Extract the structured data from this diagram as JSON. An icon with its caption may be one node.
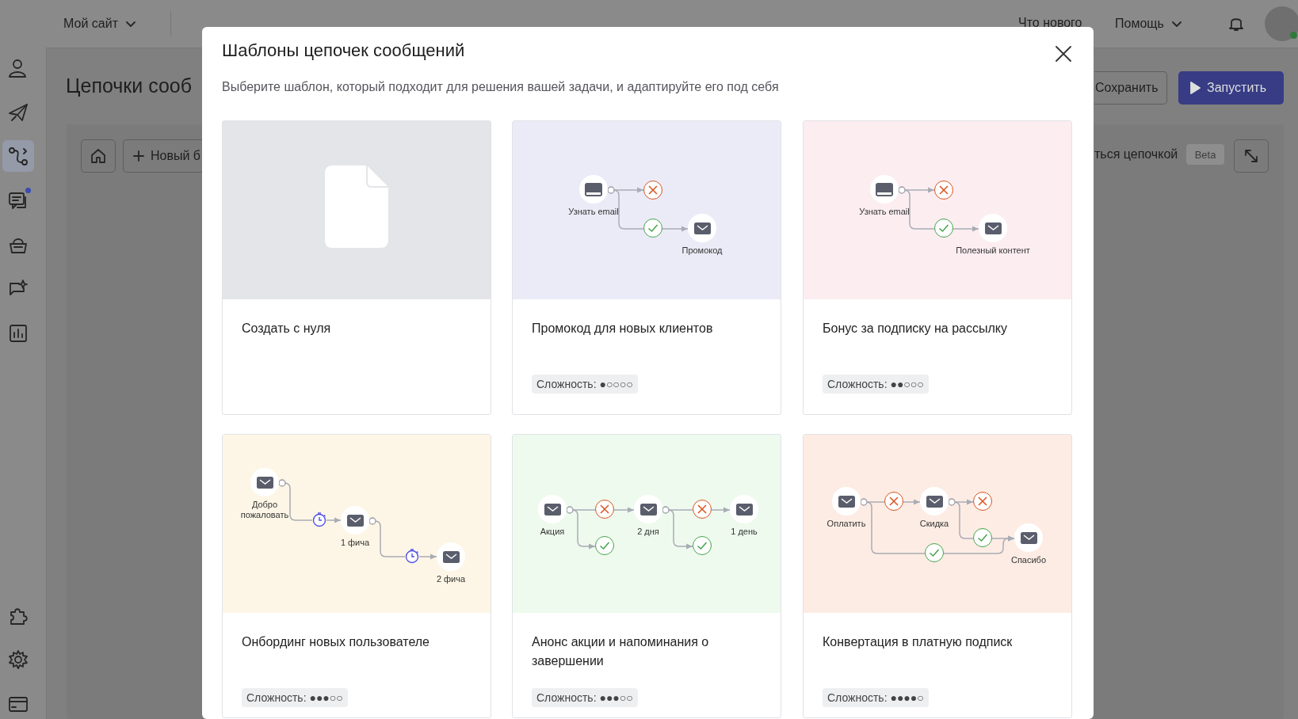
{
  "diagram": {
    "nodes": [
      {
        "text": [
          "Шаблоны цепочек сообщений",
          "Выберите шаблон, который подходит для решения вашей задачи, и адаптируйте его под себя"
        ]
      },
      {
        "text": [
          "Создать с нуля"
        ],
        "in": 0
      },
      {
        "text": [
          "Промокод для новых клиентов",
          "Сложность: ●○○○○"
        ],
        "in": 0
      },
      {
        "text": [
          "Бонус за подписку на рассылку",
          "Сложность: ●●○○○"
        ],
        "in": 0
      },
      {
        "text": [
          "Онбординг новых пользователе",
          "Сложность: ●●●○○"
        ],
        "in": 0
      },
      {
        "text": [
          "Анонс акции и напоминания о завершении",
          "Сложность: ●●●○○"
        ],
        "in": 0
      },
      {
        "text": [
          "Конвертация в платную подписк",
          "Сложность: ●●●●○"
        ],
        "in": 0
      },
      {
        "text": [],
        "shape": "circle",
        "in": 2,
        "beside": [
          "Узнать email"
        ]
      },
      {
        "text": [],
        "shape": "circle",
        "in": 2
      },
      {
        "text": [],
        "shape": "circle",
        "in": 2
      },
      {
        "text": [],
        "shape": "circle",
        "in": 2,
        "beside": [
          "Промокод"
        ]
      },
      {
        "text": [],
        "shape": "circle",
        "in": 3,
        "beside": [
          "Узнать email"
        ]
      },
      {
        "text": [],
        "shape": "circle",
        "in": 3
      },
      {
        "text": [],
        "shape": "circle",
        "in": 3
      },
      {
        "text": [],
        "shape": "circle",
        "in": 3,
        "beside": [
          "Полезный контент"
        ]
      },
      {
        "text": [],
        "shape": "circle",
        "in": 4,
        "beside": [
          "Добро пожаловать"
        ]
      },
      {
        "text": [],
        "shape": "picture",
        "in": 4
      },
      {
        "text": [],
        "shape": "circle",
        "in": 4,
        "beside": [
          "1 фича"
        ]
      },
      {
        "text": [],
        "shape": "picture",
        "in": 4
      },
      {
        "text": [],
        "shape": "circle",
        "in": 4,
        "beside": [
          "2 фича"
        ]
      },
      {
        "text": [],
        "shape": "circle",
        "in": 5,
        "beside": [
          "Акция"
        ]
      },
      {
        "text": [],
        "shape": "circle",
        "in": 5
      },
      {
        "text": [],
        "shape": "circle",
        "in": 5
      },
      {
        "text": [],
        "shape": "circle",
        "in": 5,
        "beside": [
          "2 дня"
        ]
      },
      {
        "text": [],
        "shape": "circle",
        "in": 5
      },
      {
        "text": [],
        "shape": "circle",
        "in": 5
      },
      {
        "text": [],
        "shape": "circle",
        "in": 5,
        "beside": [
          "1 день"
        ]
      },
      {
        "text": [],
        "shape": "circle",
        "in": 6,
        "beside": [
          "Оплатить"
        ]
      },
      {
        "text": [],
        "shape": "circle",
        "in": 6
      },
      {
        "text": [],
        "shape": "circle",
        "in": 6,
        "beside": [
          "Скидка"
        ]
      },
      {
        "text": [],
        "shape": "circle",
        "in": 6
      },
      {
        "text": [],
        "shape": "circle",
        "in": 6
      },
      {
        "text": [],
        "shape": "circle",
        "in": 6
      },
      {
        "text": [],
        "shape": "circle",
        "in": 6,
        "beside": [
          "Спасибо"
        ]
      }
    ],
    "edges": [
      {
        "from": 7,
        "to": 8,
        "arrow": "to"
      },
      {
        "from": 7,
        "to": 9,
        "arrow": "none"
      },
      {
        "from": 9,
        "to": 10,
        "arrow": "to"
      },
      {
        "from": 11,
        "to": 12,
        "arrow": "to"
      },
      {
        "from": 11,
        "to": 13,
        "arrow": "none"
      },
      {
        "from": 13,
        "to": 14,
        "arrow": "to"
      },
      {
        "from": 15,
        "to": 16,
        "arrow": "none"
      },
      {
        "from": 16,
        "to": 17,
        "arrow": "to"
      },
      {
        "from": 17,
        "to": 18,
        "arrow": "none"
      },
      {
        "from": 18,
        "to": 19,
        "arrow": "to"
      },
      {
        "from": 20,
        "to": 21,
        "arrow": "none"
      },
      {
        "from": 21,
        "to": 23,
        "arrow": "to"
      },
      {
        "from": 20,
        "to": 22,
        "arrow": "to"
      },
      {
        "from": 23,
        "to": 24,
        "arrow": "none"
      },
      {
        "from": 24,
        "to": 26,
        "arrow": "to"
      },
      {
        "from": 23,
        "to": 25,
        "arrow": "to"
      },
      {
        "from": 27,
        "to": 28,
        "arrow": "none"
      },
      {
        "from": 28,
        "to": 29,
        "arrow": "to"
      },
      {
        "from": 27,
        "to": 32,
        "arrow": "none"
      },
      {
        "from": 32,
        "to": 33,
        "arrow": "to"
      },
      {
        "from": 29,
        "to": 30,
        "arrow": "to"
      },
      {
        "from": 29,
        "to": 31,
        "arrow": "none"
      },
      {
        "from": 31,
        "to": 33,
        "arrow": "to"
      }
    ],
    "labels": [
      "Мой сайт",
      "Что нового",
      "Помощь",
      "Цепочки сооб",
      "Сохранить",
      "Запустить",
      "Новый б",
      "ться цепочкой",
      "Beta"
    ]
  }
}
